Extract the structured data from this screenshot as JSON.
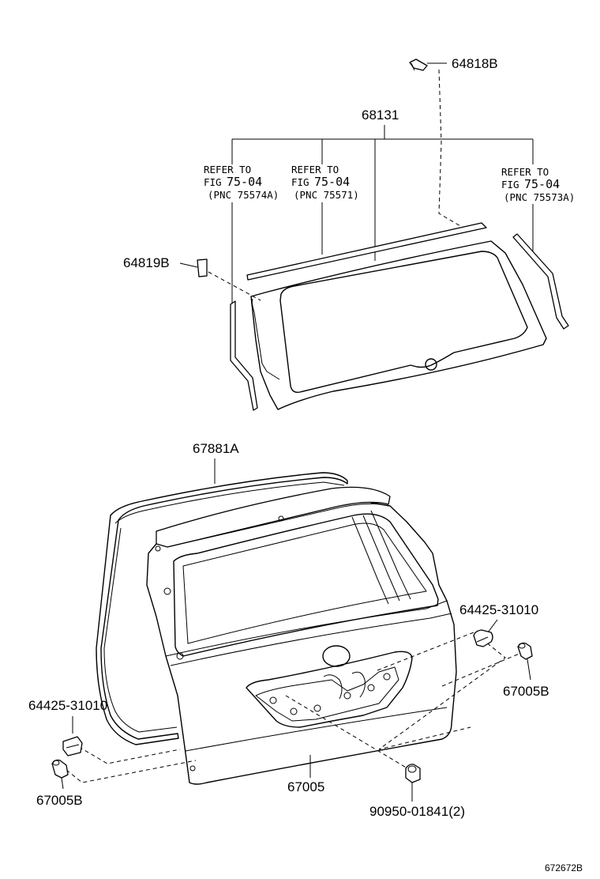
{
  "labels": {
    "p64818B": "64818B",
    "p68131": "68131",
    "p64819B": "64819B",
    "p67881A": "67881A",
    "p64425_right": "64425-31010",
    "p67005B_right": "67005B",
    "p64425_left": "64425-31010",
    "p67005B_left": "67005B",
    "p67005": "67005",
    "p90950": "90950-01841(2)"
  },
  "references": [
    {
      "line1": "REFER TO",
      "line2a": "FIG",
      "line2b": "75-04",
      "line3": "(PNC 75574A)"
    },
    {
      "line1": "REFER TO",
      "line2a": "FIG",
      "line2b": "75-04",
      "line3": "(PNC 75571)"
    },
    {
      "line1": "REFER TO",
      "line2a": "FIG",
      "line2b": "75-04",
      "line3": "(PNC 75573A)"
    }
  ],
  "diagram_code": "672672B"
}
